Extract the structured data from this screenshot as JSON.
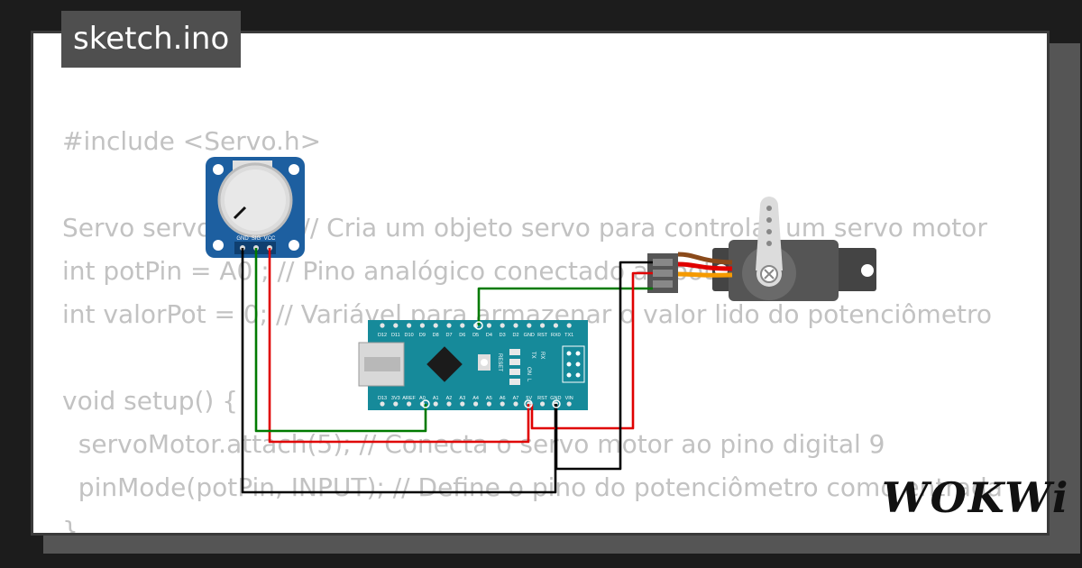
{
  "project": {
    "filename": "sketch.ino"
  },
  "brand": {
    "name": "WOKWi"
  },
  "code_lines": [
    "",
    "",
    "#include <Servo.h>",
    "",
    "Servo servoMotor; // Cria um objeto servo para controlar um servo motor",
    "int potPin = A0 ; // Pino analógico conectado ao potenciômetro",
    "int valorPot = 0; // Variável para armazenar o valor lido do potenciômetro",
    "",
    "void setup() {",
    "  servoMotor.attach(5); // Conecta o servo motor ao pino digital 9",
    "  pinMode(potPin, INPUT); // Define o pino do potenciômetro como entrada",
    "}"
  ],
  "potentiometer": {
    "pins": [
      "GND",
      "SIG",
      "VCC"
    ]
  },
  "arduino": {
    "top_pins": [
      "D12",
      "D11",
      "D10",
      "D9",
      "D8",
      "D7",
      "D6",
      "D5",
      "D4",
      "D3",
      "D2",
      "GND",
      "RST",
      "RX0",
      "TX1"
    ],
    "bottom_pins": [
      "D13",
      "3V3",
      "AREF",
      "A0",
      "A1",
      "A2",
      "A3",
      "A4",
      "A5",
      "A6",
      "A7",
      "5V",
      "RST",
      "GND",
      "VIN"
    ],
    "labels": {
      "reset": "RESET",
      "tx": "TX",
      "rx": "RX",
      "on": "ON",
      "l": "L"
    }
  },
  "wire_colors": {
    "gnd": "#000000",
    "vcc": "#e00000",
    "signal": "#007a00",
    "servo_orange": "#f59a00",
    "servo_brown": "#8a4a1a"
  },
  "colors": {
    "board": "#168a9a",
    "pot_module": "#1d5fa0"
  }
}
